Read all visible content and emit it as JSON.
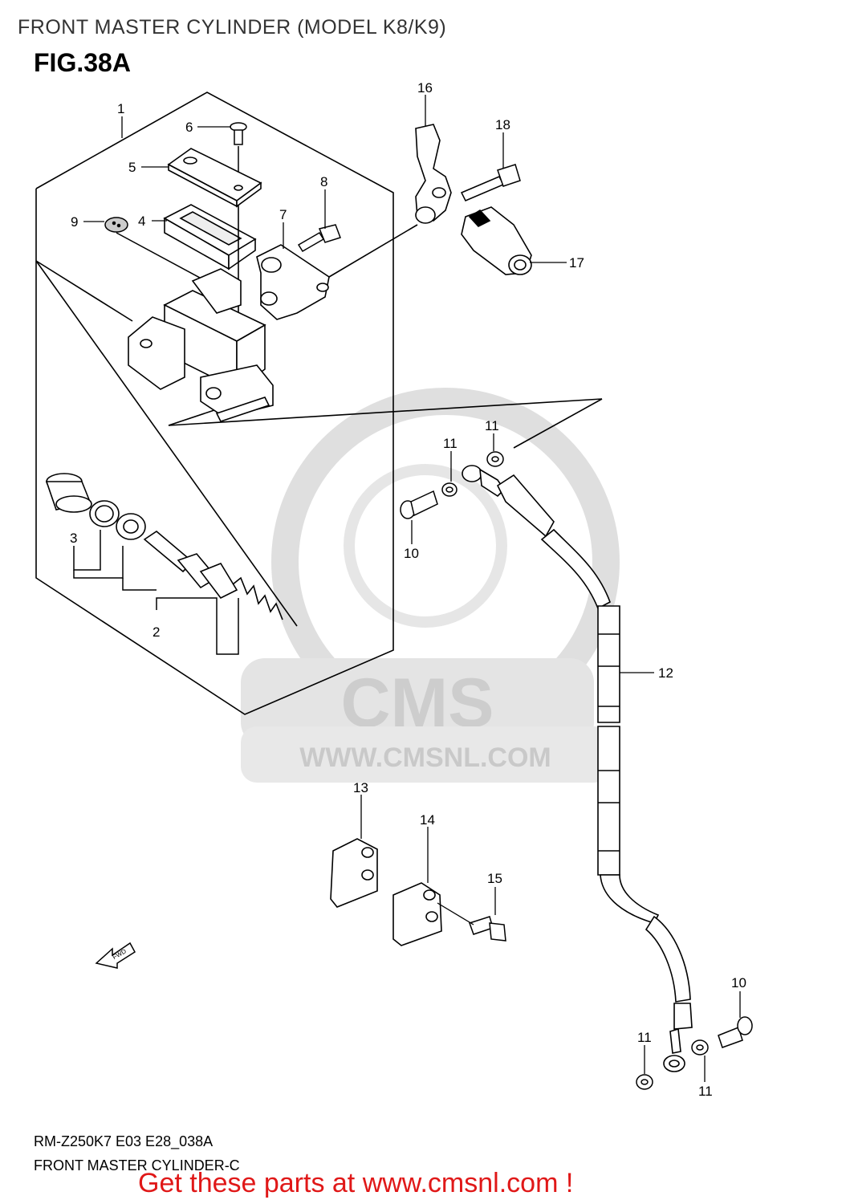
{
  "header": {
    "title": "FRONT MASTER CYLINDER (MODEL K8/K9)",
    "figure_label": "FIG.38A"
  },
  "callouts": {
    "c1": "1",
    "c2": "2",
    "c3": "3",
    "c4": "4",
    "c5": "5",
    "c6": "6",
    "c7": "7",
    "c8": "8",
    "c9": "9",
    "c10a": "10",
    "c10b": "10",
    "c11a": "11",
    "c11b": "11",
    "c11c": "11",
    "c11d": "11",
    "c12": "12",
    "c13": "13",
    "c14": "14",
    "c15": "15",
    "c16": "16",
    "c17": "17",
    "c18": "18"
  },
  "direction_marker": "FWD",
  "watermark": {
    "brand": "CMS",
    "url": "WWW.CMSNL.COM"
  },
  "footer": {
    "code": "RM-Z250K7 E03 E28_038A",
    "caption": "FRONT MASTER CYLINDER-C",
    "promo": "Get these parts at www.cmsnl.com !"
  },
  "colors": {
    "line": "#000000",
    "watermark": "#d9d9d9",
    "promo": "#e01818"
  }
}
